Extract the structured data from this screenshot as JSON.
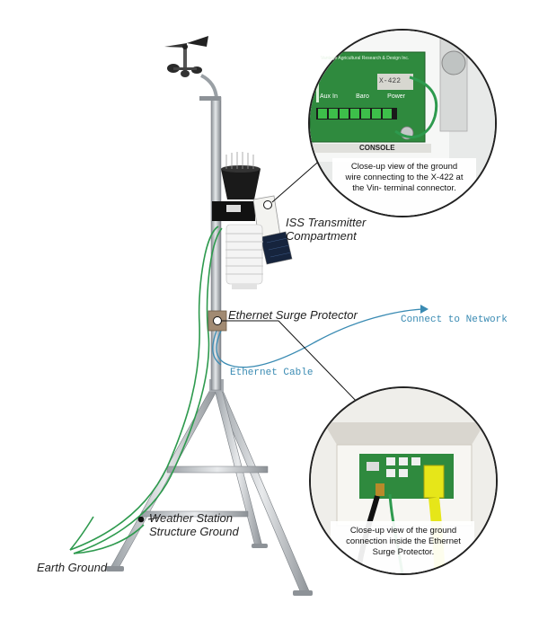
{
  "labels": {
    "iss_transmitter": "ISS Transmitter\nCompartment",
    "surge_protector": "Ethernet Surge Protector",
    "ethernet_cable": "Ethernet Cable",
    "connect_network": "Connect to Network",
    "structure_ground": "Weather Station\nStructure Ground",
    "earth_ground": "Earth Ground"
  },
  "top_inset": {
    "caption": "Close-up view of the ground wire connecting to the X-422 at the Vin- terminal connector.",
    "board_header": "Vantage Agricultural Research & Design Inc.",
    "board_part": "X-422",
    "terminals": [
      "Aux In",
      "Baro",
      "Power"
    ],
    "console_label": "CONSOLE"
  },
  "bottom_inset": {
    "caption": "Close-up view of the ground connection inside the Ethernet Surge Protector."
  },
  "colors": {
    "ground_wire": "#2e9a4e",
    "ethernet_cable": "#3a8bb3",
    "ethernet_plug": "#e6e619",
    "pcb": "#2f8a3e",
    "pole": "#b8bcc0"
  }
}
